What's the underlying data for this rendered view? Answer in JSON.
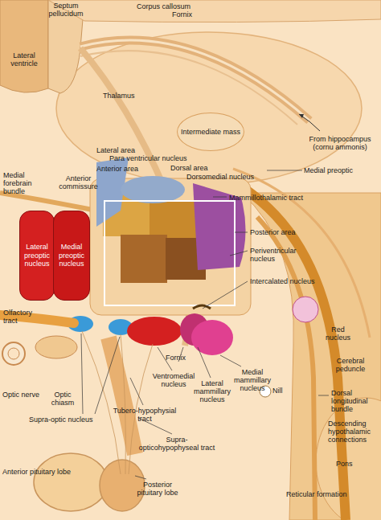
{
  "diagram": {
    "nodes": [
      {
        "text": [
          "Intermediate mass"
        ]
      },
      {
        "text": [
          "Lateral preoptic nucleus"
        ]
      },
      {
        "text": [
          "Medial preoptic nucleus"
        ]
      }
    ],
    "labels": [
      "Corpus callosum",
      "Septum pellucidum",
      "Fornix",
      "Lateral ventricle",
      "Thalamus",
      "From hippocampus (cornu ammonis)",
      "Medial preoptic",
      "Lateral area",
      "Para ventricular nucleus",
      "Anterior area",
      "Dorsal area",
      "Dorsomedial nucleus",
      "Medial forebrain bundle",
      "Anterior commissure",
      "Mammillothalamic tract",
      "Posterior area",
      "Periventricular nucleus",
      "Intercalated nucleus",
      "Olfactory tract",
      "Red nucleus",
      "Fornix",
      "Ventromedial nucleus",
      "Medial mammillary nucleus",
      "Lateral mammillary nucleus",
      "Cerebral peduncle",
      "Optic nerve",
      "Optic chiasm",
      "Nill",
      "Dorsal longitudinal bundle",
      "Supra-optic nucleus",
      "Tubero-hypophysial tract",
      "Descending hypothalamic connections",
      "Supra-opticohypophyseal tract",
      "Pons",
      "Anterior pituitary lobe",
      "Posterior pituitary lobe",
      "Reticular formation"
    ]
  }
}
